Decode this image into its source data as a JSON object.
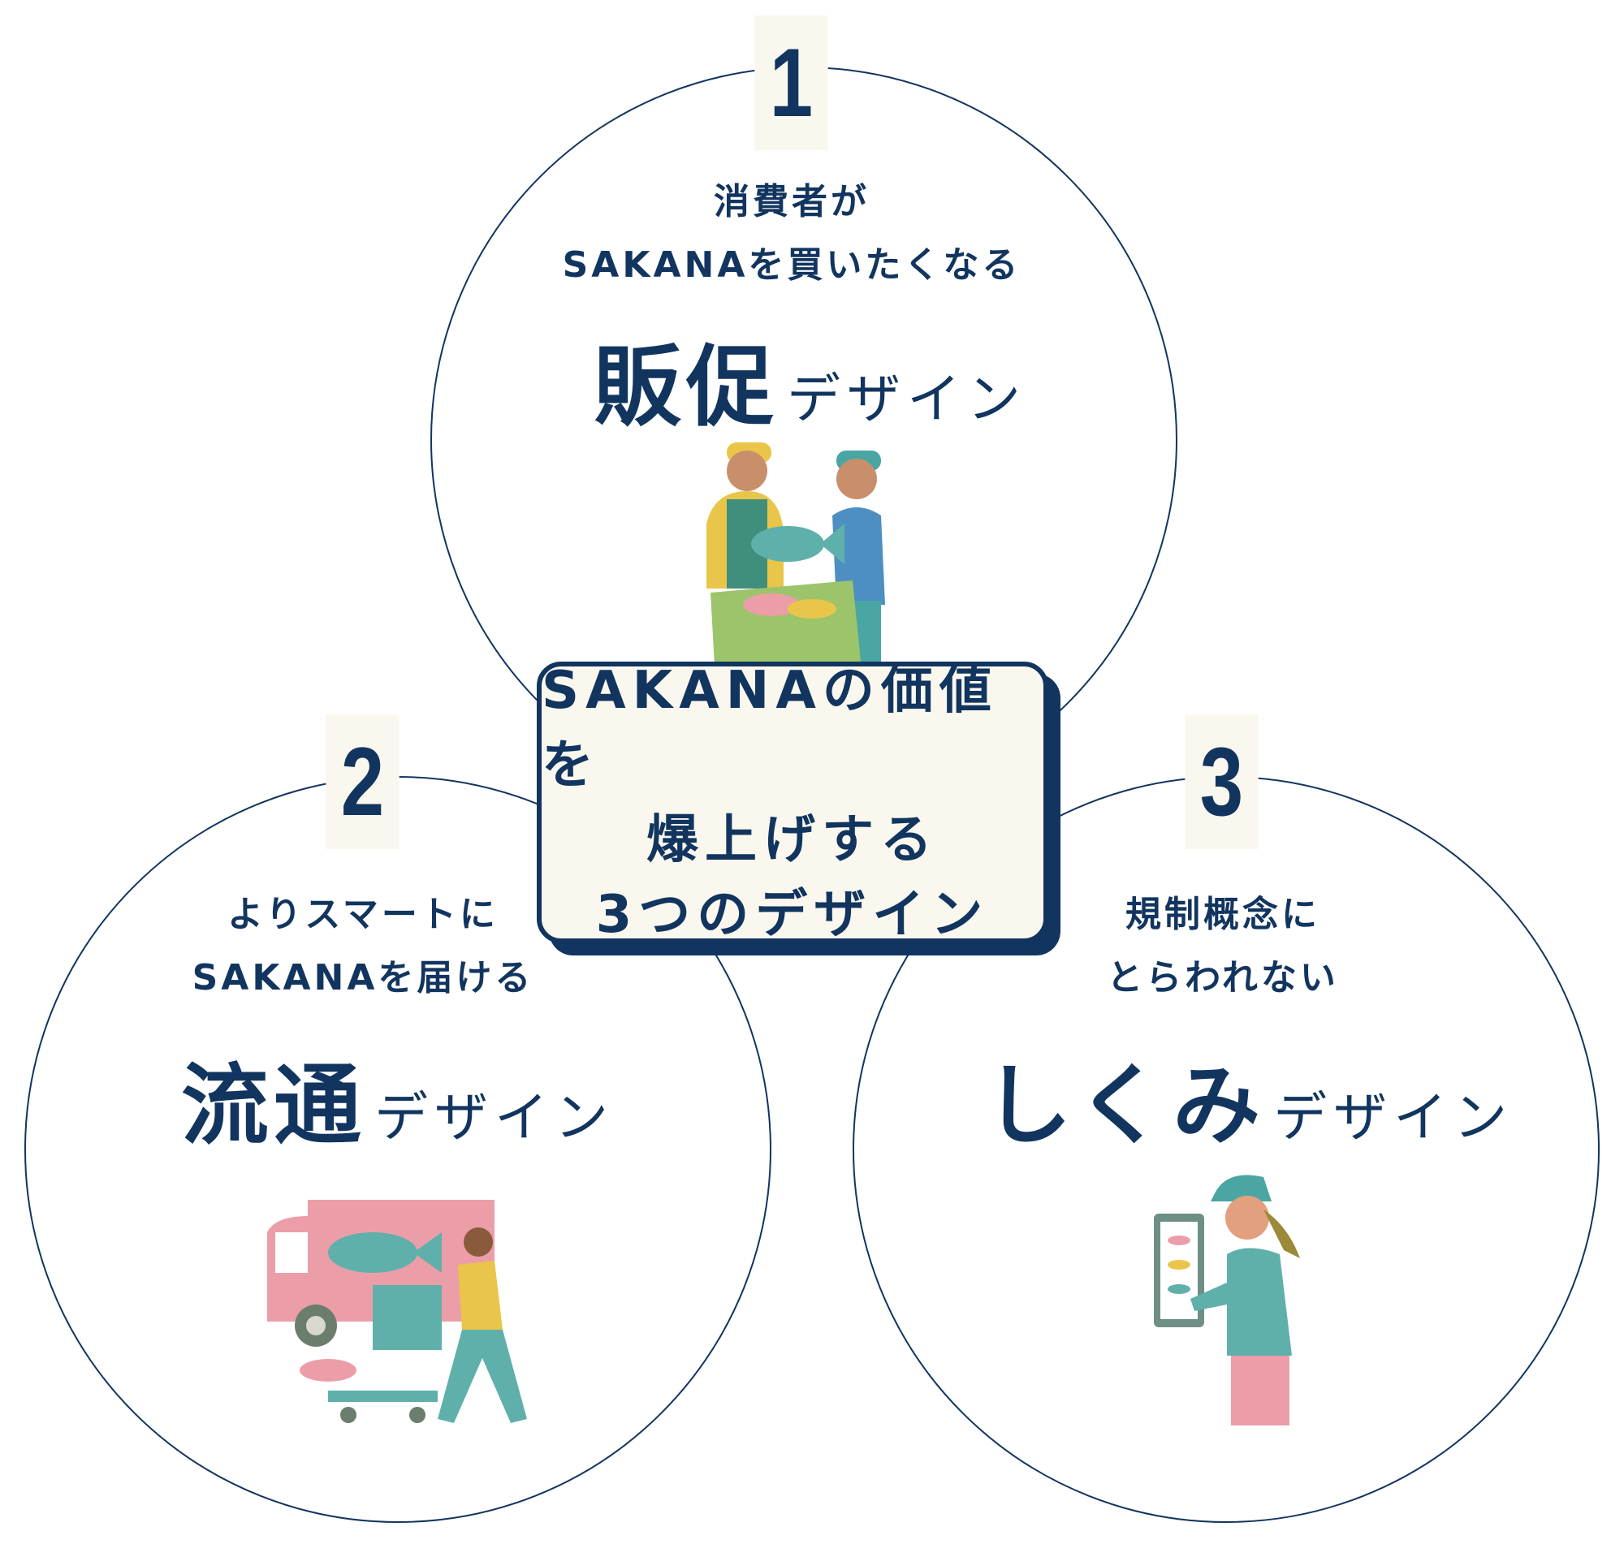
{
  "center": {
    "line1": "SAKANAの価値を",
    "line2": "爆上げする",
    "line3": "3つのデザイン"
  },
  "designs": [
    {
      "number": "1",
      "sub1": "消費者が",
      "sub2": "SAKANAを買いたくなる",
      "title": "販促",
      "suffix": "デザイン",
      "illustration": "fishmonger-selling-fish-illustration"
    },
    {
      "number": "2",
      "sub1": "よりスマートに",
      "sub2": "SAKANAを届ける",
      "title": "流通",
      "suffix": "デザイン",
      "illustration": "delivery-truck-cart-illustration"
    },
    {
      "number": "3",
      "sub1": "規制概念に",
      "sub2": "とらわれない",
      "title": "しくみ",
      "suffix": "デザイン",
      "illustration": "woman-with-tablet-illustration"
    }
  ],
  "colors": {
    "navy": "#12355f",
    "cream": "#faf8ee"
  }
}
